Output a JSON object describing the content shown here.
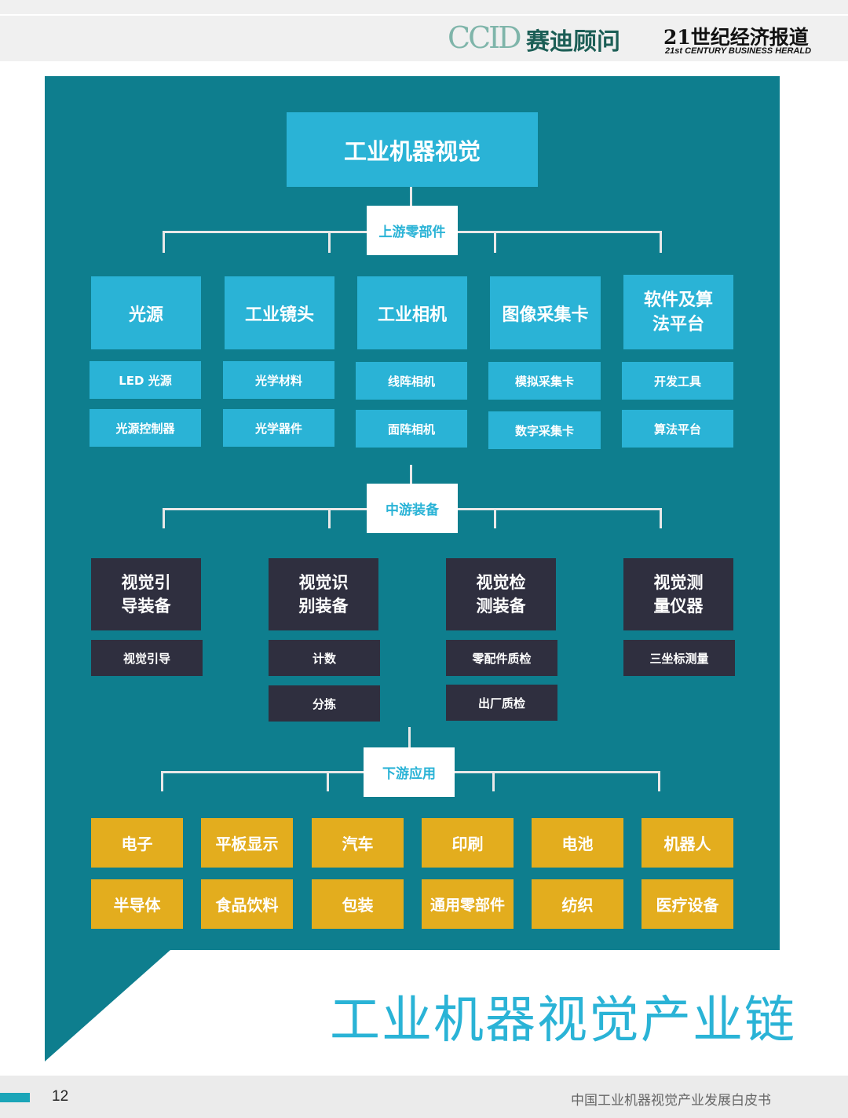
{
  "header": {
    "ccid_mark": "CCID",
    "ccid_name": "赛迪顾问",
    "herald_cn": "21世纪经济报道",
    "herald_en": "21st CENTURY BUSINESS HERALD"
  },
  "colors": {
    "panel": "#0e7e8e",
    "cyan": "#2ab3d6",
    "dark": "#2f2f3f",
    "gold": "#e3ad1e"
  },
  "diagram": {
    "root": "工业机器视觉",
    "upstream": {
      "label": "上游零部件",
      "groups": [
        {
          "title": "光源",
          "items": [
            "LED 光源",
            "光源控制器"
          ]
        },
        {
          "title": "工业镜头",
          "items": [
            "光学材料",
            "光学器件"
          ]
        },
        {
          "title": "工业相机",
          "items": [
            "线阵相机",
            "面阵相机"
          ]
        },
        {
          "title": "图像采集卡",
          "items": [
            "模拟采集卡",
            "数字采集卡"
          ]
        },
        {
          "title": "软件及算法平台",
          "items": [
            "开发工具",
            "算法平台"
          ]
        }
      ]
    },
    "midstream": {
      "label": "中游装备",
      "groups": [
        {
          "title": "视觉引导装备",
          "items": [
            "视觉引导"
          ]
        },
        {
          "title": "视觉识别装备",
          "items": [
            "计数",
            "分拣"
          ]
        },
        {
          "title": "视觉检测装备",
          "items": [
            "零配件质检",
            "出厂质检"
          ]
        },
        {
          "title": "视觉测量仪器",
          "items": [
            "三坐标测量"
          ]
        }
      ]
    },
    "downstream": {
      "label": "下游应用",
      "items": [
        "电子",
        "平板显示",
        "汽车",
        "印刷",
        "电池",
        "机器人",
        "半导体",
        "食品饮料",
        "包装",
        "通用零部件",
        "纺织",
        "医疗设备"
      ]
    }
  },
  "page_title": "工业机器视觉产业链",
  "footer": {
    "page_number": "12",
    "doc_title": "中国工业机器视觉产业发展白皮书"
  }
}
